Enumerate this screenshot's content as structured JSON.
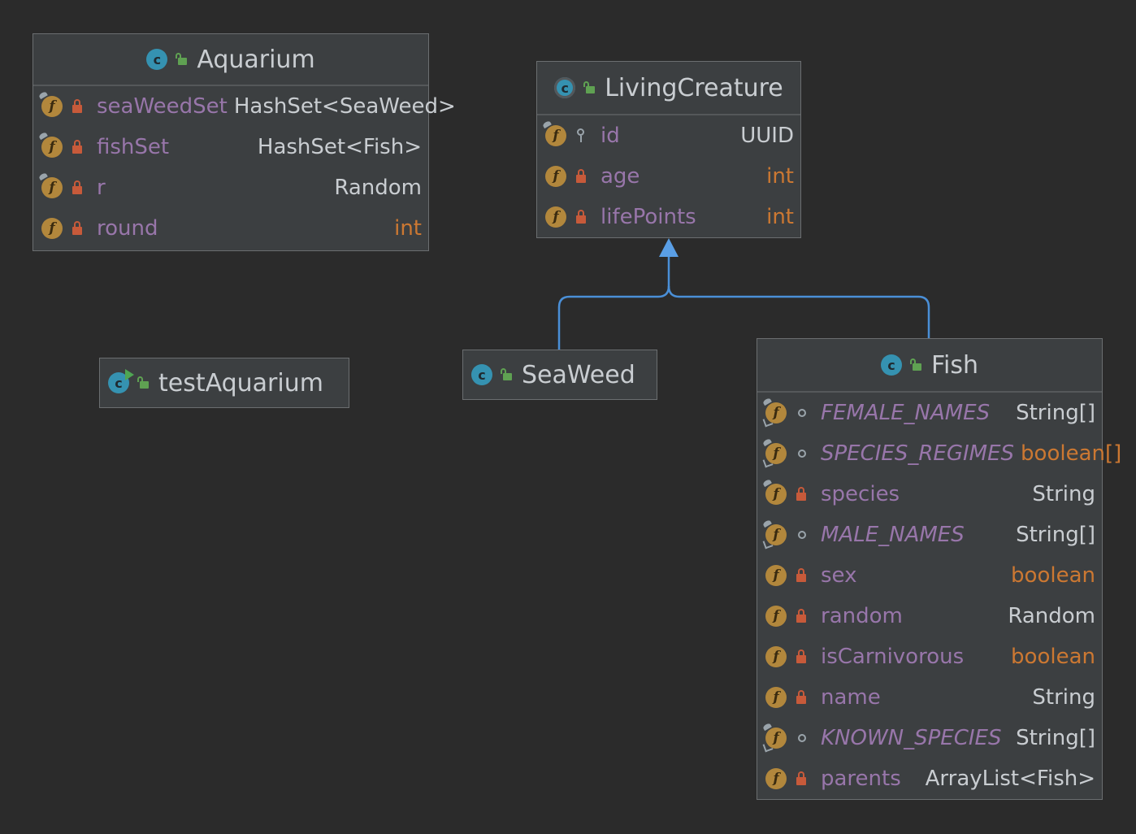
{
  "diagram": {
    "colors": {
      "background": "#2b2b2b",
      "node_fill": "#3c3f41",
      "field_name": "#9876aa",
      "type_text": "#c9cdd1",
      "primitive_type": "#cc7832",
      "inheritance_edge": "#4a8fd7"
    },
    "classes": {
      "aquarium": {
        "name": "Aquarium",
        "icon": "class-icon",
        "fields": [
          {
            "name": "seaWeedSet",
            "type": "HashSet<SeaWeed>",
            "visibility": "private",
            "final": true
          },
          {
            "name": "fishSet",
            "type": "HashSet<Fish>",
            "visibility": "private",
            "final": true
          },
          {
            "name": "r",
            "type": "Random",
            "visibility": "private",
            "final": true
          },
          {
            "name": "round",
            "type": "int",
            "visibility": "private",
            "final": false
          }
        ]
      },
      "living_creature": {
        "name": "LivingCreature",
        "icon": "abstract-class-icon",
        "fields": [
          {
            "name": "id",
            "type": "UUID",
            "visibility": "protected",
            "final": true
          },
          {
            "name": "age",
            "type": "int",
            "visibility": "private",
            "final": false
          },
          {
            "name": "lifePoints",
            "type": "int",
            "visibility": "private",
            "final": false
          }
        ]
      },
      "test_aquarium": {
        "name": "testAquarium",
        "icon": "runnable-class-icon"
      },
      "seaweed": {
        "name": "SeaWeed",
        "icon": "class-icon"
      },
      "fish": {
        "name": "Fish",
        "icon": "class-icon",
        "fields": [
          {
            "name": "FEMALE_NAMES",
            "type": "String[]",
            "visibility": "package",
            "static": true
          },
          {
            "name": "SPECIES_REGIMES",
            "type": "boolean[]",
            "visibility": "package",
            "static": true
          },
          {
            "name": "species",
            "type": "String",
            "visibility": "private",
            "final": true
          },
          {
            "name": "MALE_NAMES",
            "type": "String[]",
            "visibility": "package",
            "static": true
          },
          {
            "name": "sex",
            "type": "boolean",
            "visibility": "private",
            "final": false
          },
          {
            "name": "random",
            "type": "Random",
            "visibility": "private",
            "final": false
          },
          {
            "name": "isCarnivorous",
            "type": "boolean",
            "visibility": "private",
            "final": false
          },
          {
            "name": "name",
            "type": "String",
            "visibility": "private",
            "final": false
          },
          {
            "name": "KNOWN_SPECIES",
            "type": "String[]",
            "visibility": "package",
            "static": true
          },
          {
            "name": "parents",
            "type": "ArrayList<Fish>",
            "visibility": "private",
            "final": false
          }
        ]
      }
    },
    "relations": [
      {
        "type": "inheritance",
        "from": "SeaWeed",
        "to": "LivingCreature"
      },
      {
        "type": "inheritance",
        "from": "Fish",
        "to": "LivingCreature"
      }
    ]
  }
}
